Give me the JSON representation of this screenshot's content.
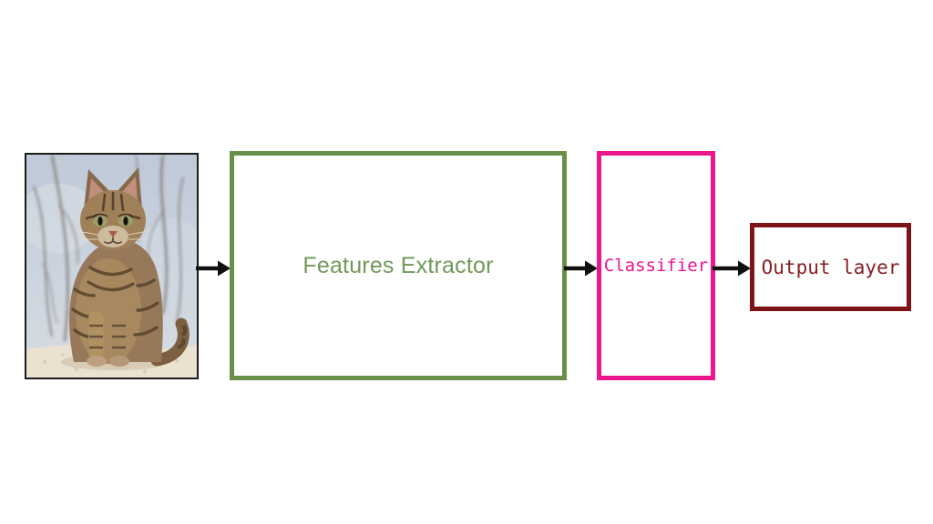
{
  "background_color": "#ffffff",
  "arrow_color": "#101010",
  "input_image": {
    "name": "cat-photo",
    "alt": "Tabby cat sitting upright on a pale stone ledge against a light blue-grey sky with bare branches"
  },
  "boxes": {
    "features_extractor": {
      "label": "Features Extractor",
      "border_color": "#688E4A",
      "text_color": "#71995B"
    },
    "classifier": {
      "label": "Classifier",
      "border_color": "#EC168E",
      "text_color": "#EC168E"
    },
    "output_layer": {
      "label": "Output layer",
      "border_color": "#7E1416",
      "text_color": "#862023"
    }
  },
  "flow": [
    "cat-photo",
    "Features Extractor",
    "Classifier",
    "Output layer"
  ]
}
